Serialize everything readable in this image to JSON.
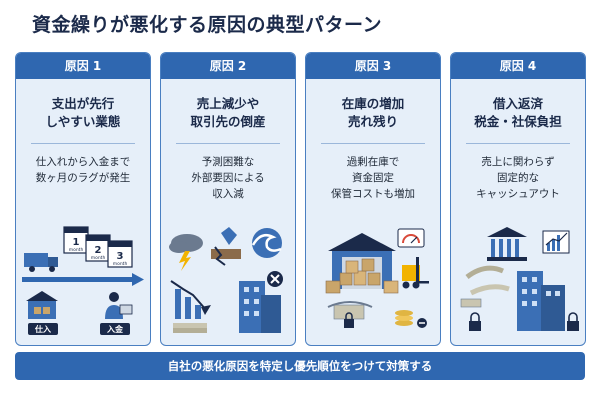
{
  "title": "資金繰りが悪化する原因の典型パターン",
  "cards": [
    {
      "header": "原因 1",
      "title_lines": [
        "支出が先行",
        "しやすい業態"
      ],
      "body_lines": [
        "仕入れから入金まで",
        "数ヶ月のラグが発生"
      ],
      "calendar": {
        "m1": "1",
        "m2": "2",
        "m3": "3",
        "unit": "month"
      },
      "labels": {
        "shiire": "仕入",
        "nyukin": "入金"
      }
    },
    {
      "header": "原因 2",
      "title_lines": [
        "売上減少や",
        "取引先の倒産"
      ],
      "body_lines": [
        "予測困難な",
        "外部要因による",
        "収入減"
      ]
    },
    {
      "header": "原因 3",
      "title_lines": [
        "在庫の増加",
        "売れ残り"
      ],
      "body_lines": [
        "過剰在庫で",
        "資金固定",
        "保管コストも増加"
      ]
    },
    {
      "header": "原因 4",
      "title_lines": [
        "借入返済",
        "税金・社保負担"
      ],
      "body_lines": [
        "売上に関わらず",
        "固定的な",
        "キャッシュアウト"
      ]
    }
  ],
  "footer": "自社の悪化原因を特定し優先順位をつけて対策する",
  "colors": {
    "header_blue": "#2f67b0",
    "card_bg": "#e6eff9",
    "title_navy": "#1b2a4a"
  }
}
